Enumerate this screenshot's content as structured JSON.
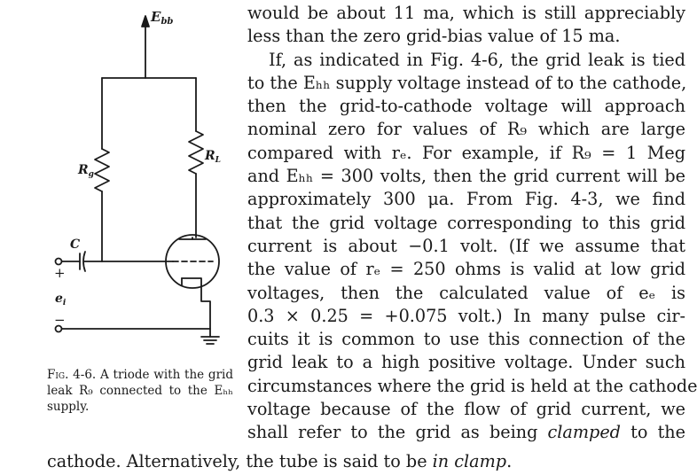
{
  "figure": {
    "supply_label": "E",
    "supply_sub": "bb",
    "rg_label": "R",
    "rg_sub": "g",
    "rl_label": "R",
    "rl_sub": "L",
    "c_label": "C",
    "plus_label": "+",
    "ei_label": "e",
    "ei_sub": "i",
    "minus_label": "−"
  },
  "caption": {
    "fig_label": "Fig. 4-6.",
    "text": "A triode with the grid leak R₉ connected to the Eₕₕ supply."
  },
  "text_lines": [
    "would be about 11 ma, which is still appreciably",
    "less than the zero grid-bias value of 15 ma.",
    "If, as indicated in Fig. 4-6, the grid leak is tied",
    "to the Eₕₕ supply voltage instead of to the cathode,",
    "then the grid-to-cathode voltage will approach",
    "nominal zero for values of R₉ which are large",
    "compared with rₑ.  For example, if R₉ = 1 Meg",
    "and Eₕₕ = 300 volts, then the grid current will be",
    "approximately 300 μa.  From Fig. 4-3, we find",
    "that the grid voltage corresponding to this grid",
    "current is about −0.1 volt.  (If we assume that",
    "the value of rₑ = 250 ohms is valid at low grid",
    "voltages, then the calculated value of eₑ is",
    "0.3 × 0.25 = +0.075 volt.)  In many pulse cir-",
    "cuits it is common to use this connection of the",
    "grid leak to a high positive voltage.  Under such",
    "circumstances where the grid is held at the cathode",
    "voltage because of the flow of grid current, we",
    "shall refer to the grid as being clamped to the"
  ],
  "bottom_line": {
    "before": "cathode.  Alternatively, the tube is said to be ",
    "emph": "in clamp",
    "after": "."
  }
}
